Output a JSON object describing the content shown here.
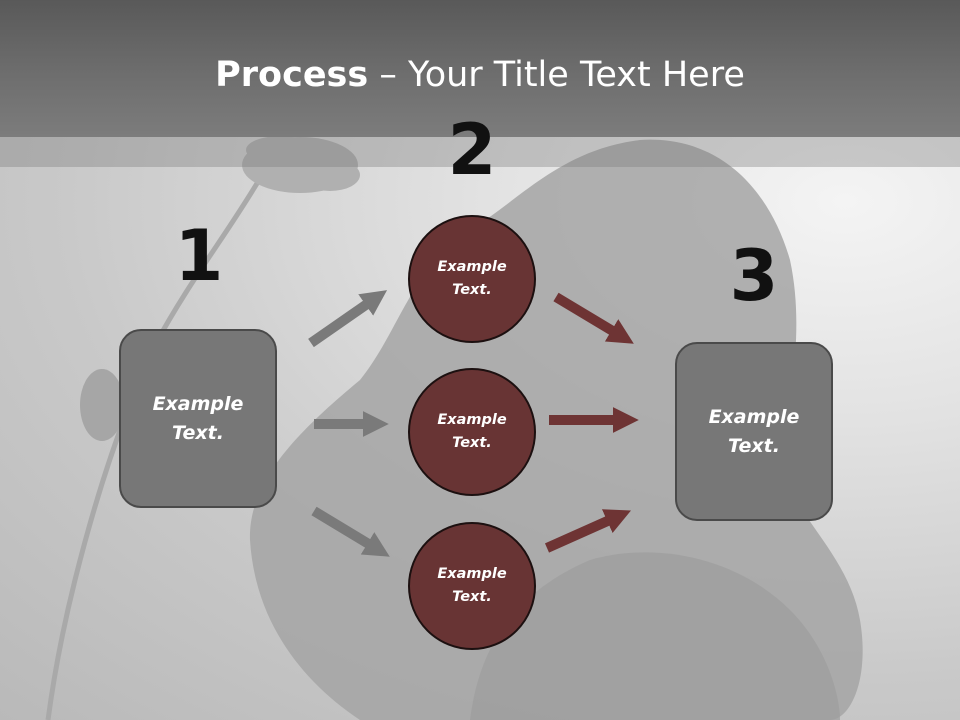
{
  "header": {
    "title_bold": "Process",
    "title_rest": " – Your Title Text Here"
  },
  "steps": {
    "step1_number": "1",
    "step2_number": "2",
    "step3_number": "3"
  },
  "nodes": {
    "left_box": "Example\nText.",
    "circle_top": "Example\nText.",
    "circle_middle": "Example\nText.",
    "circle_bottom": "Example\nText.",
    "right_box": "Example\nText."
  },
  "colors": {
    "header": "#6b6b6b",
    "box_fill": "#777777",
    "circle_fill": "#683434",
    "arrow_gray": "#7a7a7a",
    "arrow_red": "#6e3434",
    "number_text": "#111111"
  }
}
